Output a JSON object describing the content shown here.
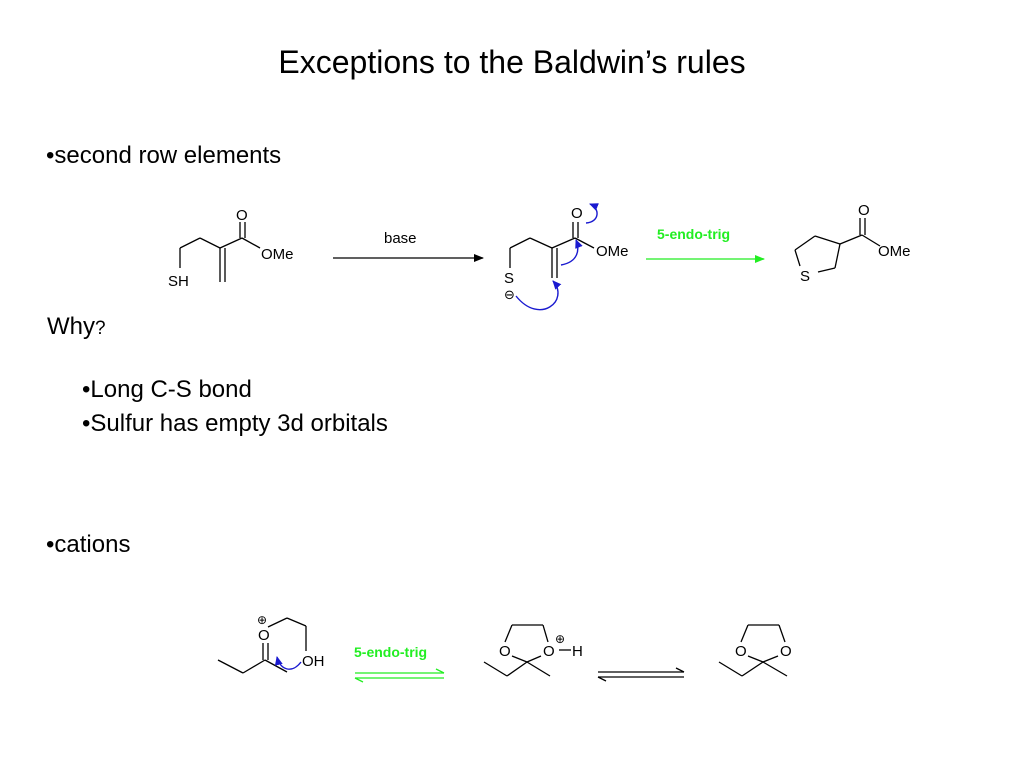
{
  "slide": {
    "title": "Exceptions to the Baldwin’s rules"
  },
  "section1": {
    "heading": "•second row elements",
    "reaction": {
      "reagent_label": "base",
      "cyclization_label": "5-endo-trig",
      "atoms": {
        "O": "O",
        "OMe": "OMe",
        "SH": "SH",
        "S": "S",
        "minus": "⊖"
      }
    }
  },
  "why": {
    "label": "Why",
    "question_mark": "?",
    "reasons": [
      "•Long C-S bond",
      "•Sulfur has empty 3d orbitals"
    ]
  },
  "section2": {
    "heading": "•cations",
    "reaction": {
      "cyclization_label": "5-endo-trig",
      "atoms": {
        "O": "O",
        "OH": "OH",
        "H": "H",
        "plus": "⊕"
      }
    }
  },
  "colors": {
    "green": "#22ee22",
    "blue_arrow": "#1a1ad0",
    "text": "#000000"
  }
}
